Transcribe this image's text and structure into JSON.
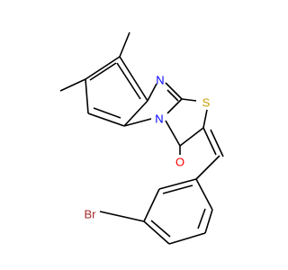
{
  "molecule": {
    "atoms": {
      "N_imine": "N",
      "N_bridge": "N",
      "S": "S",
      "O": "O",
      "Br": "Br"
    },
    "colors": {
      "bond": "#000000",
      "N": "#0000ff",
      "S": "#c8a000",
      "O": "#ff0000",
      "Br": "#a52a2a"
    }
  }
}
